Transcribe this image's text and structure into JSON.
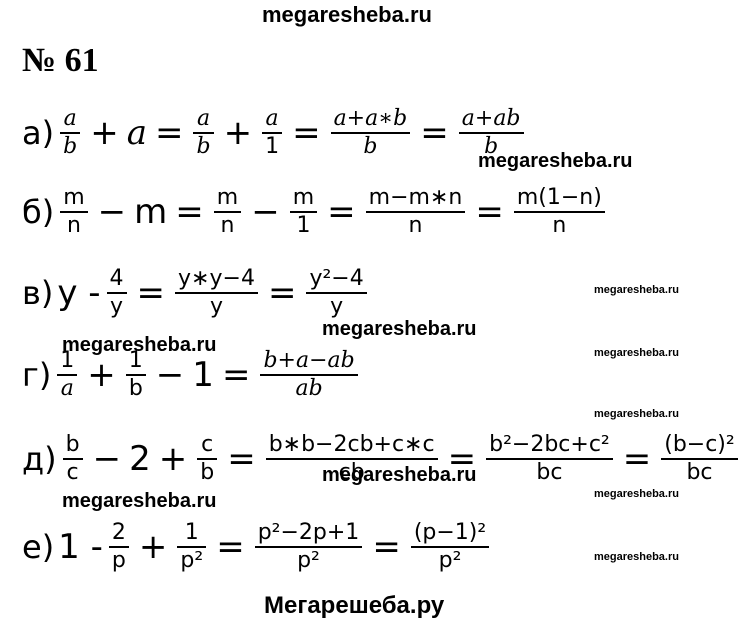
{
  "header": {
    "site": "megaresheba.ru"
  },
  "title": "№ 61",
  "rows": {
    "a": {
      "label": "а)",
      "lhs_num": "a",
      "lhs_den": "b",
      "plus": "+",
      "term": "a",
      "eq1": "=",
      "f1_num": "a",
      "f1_den": "b",
      "plus2": "+",
      "f2_num": "a",
      "f2_den": "1",
      "eq2": "=",
      "f3_num": "a+a∗b",
      "f3_den": "b",
      "eq3": "=",
      "f4_num": "a+ab",
      "f4_den": "b"
    },
    "b": {
      "label": "б)",
      "lhs_num": "m",
      "lhs_den": "n",
      "minus": "−",
      "term": "m",
      "eq1": "=",
      "f1_num": "m",
      "f1_den": "n",
      "minus2": "−",
      "f2_num": "m",
      "f2_den": "1",
      "eq2": "=",
      "f3_num": "m−m∗n",
      "f3_den": "n",
      "eq3": "=",
      "f4_num": "m(1−n)",
      "f4_den": "n"
    },
    "v": {
      "label": "в)",
      "term": "y -",
      "f0_num": "4",
      "f0_den": "y",
      "eq1": "=",
      "f1_num": "y∗y−4",
      "f1_den": "y",
      "eq2": "=",
      "f2_num": "y²−4",
      "f2_den": "y"
    },
    "g": {
      "label": "г)",
      "f0_num": "1",
      "f0_den": "a",
      "plus": "+",
      "f1_num": "1",
      "f1_den": "b",
      "minus": "−",
      "term": "1",
      "eq1": "=",
      "f2_num": "b+a−ab",
      "f2_den": "ab"
    },
    "d": {
      "label": "д)",
      "f0_num": "b",
      "f0_den": "c",
      "minus": "−",
      "term": "2",
      "plus": "+",
      "f1_num": "c",
      "f1_den": "b",
      "eq1": "=",
      "f2_num": "b∗b−2cb+c∗c",
      "f2_den": "cb",
      "eq2": "=",
      "f3_num": "b²−2bc+c²",
      "f3_den": "bc",
      "eq3": "=",
      "f4_num": "(b−c)²",
      "f4_den": "bc"
    },
    "e": {
      "label": "е)",
      "term": "1 -",
      "f0_num": "2",
      "f0_den": "p",
      "plus": "+",
      "f1_num": "1",
      "f1_den": "p²",
      "eq1": "=",
      "f2_num": "p²−2p+1",
      "f2_den": "p²",
      "eq2": "=",
      "f3_num": "(p−1)²",
      "f3_den": "p²"
    }
  },
  "watermarks": {
    "wm1": "megaresheba.ru",
    "wm2": "megaresheba.ru",
    "wm3": "megaresheba.ru",
    "wm4": "megaresheba.ru",
    "wm5": "megaresheba.ru",
    "wm6": "megaresheba.ru",
    "wm7": "megaresheba.ru",
    "wm8": "megaresheba.ru",
    "wm9": "megaresheba.ru",
    "wm10": "megaresheba.ru",
    "wm11": "megaresheba.ru"
  },
  "footer": {
    "text": "Мегарешеба.ру"
  }
}
